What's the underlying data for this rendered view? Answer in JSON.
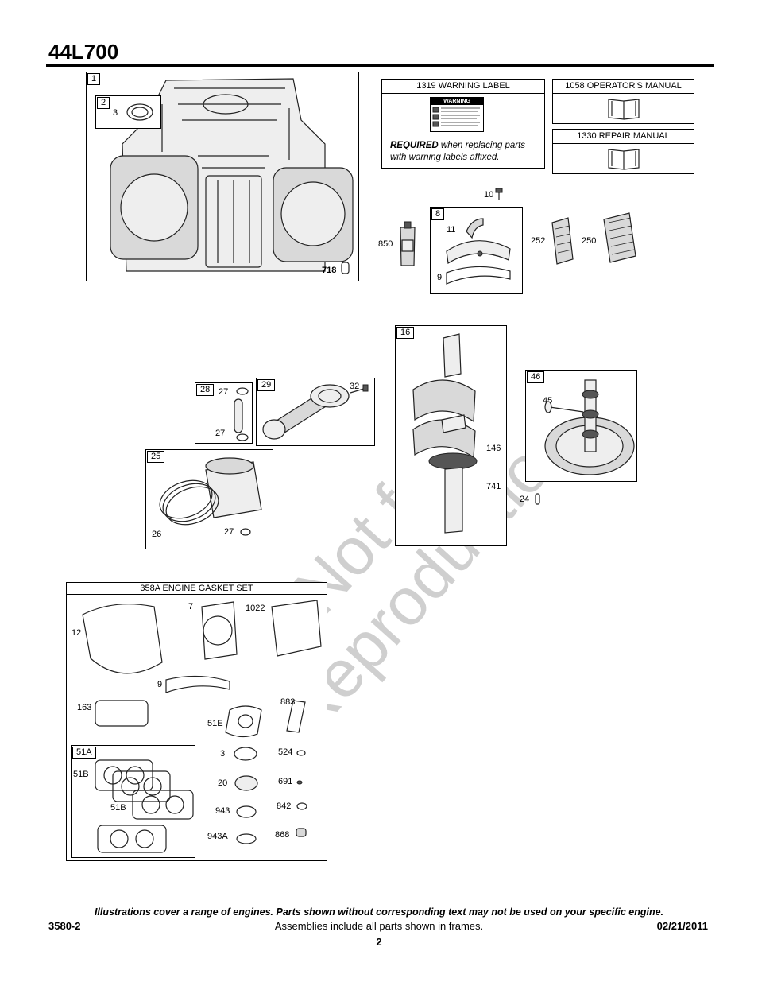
{
  "header": {
    "title": "44L700"
  },
  "watermark": {
    "line1": "Not for",
    "line2": "Reproduction"
  },
  "boxes": {
    "warning_label": {
      "heading": "1319 WARNING LABEL",
      "label_title": "WARNING",
      "required": "REQUIRED",
      "note_rest": " when replacing parts with warning labels affixed."
    },
    "operators_manual": {
      "heading": "1058 OPERATOR'S MANUAL"
    },
    "repair_manual": {
      "heading": "1330 REPAIR MANUAL"
    },
    "gasket_set": {
      "heading": "358A ENGINE GASKET SET"
    }
  },
  "parts": {
    "cylinder": {
      "tag": "1",
      "sub_tag": "2",
      "seal": "3",
      "plug": "718"
    },
    "valve_cover": {
      "tag": "8",
      "bolt": "10",
      "breather": "11",
      "gasket": "9",
      "sealant": "850",
      "filter_a": "252",
      "filter_b": "250"
    },
    "crankshaft": {
      "tag": "16",
      "gear": "146",
      "key": "741"
    },
    "camshaft": {
      "tag": "46",
      "shaft": "45",
      "pin": "24"
    },
    "wrist_pin": {
      "tag": "28",
      "clip_top": "27",
      "clip_bottom": "27"
    },
    "connecting_rod": {
      "tag": "29",
      "bolt": "32"
    },
    "piston": {
      "tag": "25",
      "rings": "26",
      "clip": "27"
    },
    "gaskets": {
      "crankcase": "12",
      "head": "7",
      "cover": "1022",
      "valve_cover": "9",
      "plate": "163",
      "flange": "883",
      "intake": "51E",
      "sub_tag": "51A",
      "head_a": "51B",
      "head_b": "51B",
      "seal_a": "3",
      "seal_b": "20",
      "oring_a": "943",
      "oring_b": "943A",
      "p524": "524",
      "p691": "691",
      "p842": "842",
      "p868": "868"
    }
  },
  "footer": {
    "disclaimer": "Illustrations cover a range of engines. Parts shown without corresponding text may not be used on your specific engine.",
    "code": "3580-2",
    "assemblies_note": "Assemblies include all parts shown in frames.",
    "date": "02/21/2011",
    "page": "2"
  }
}
